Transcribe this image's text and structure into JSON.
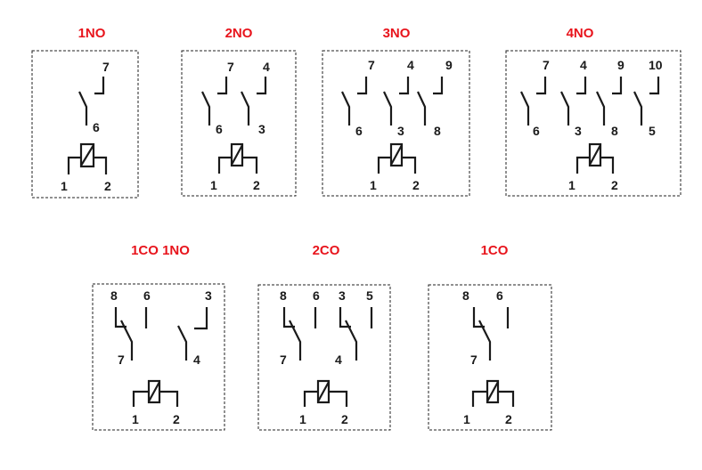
{
  "colors": {
    "title": "#e8141c",
    "line": "#1a1a1a",
    "border": "#222222"
  },
  "diagrams": [
    {
      "title": "1NO",
      "coil": [
        "1",
        "2"
      ],
      "contacts": [
        {
          "type": "NO",
          "common": "6",
          "no": "7"
        }
      ]
    },
    {
      "title": "2NO",
      "coil": [
        "1",
        "2"
      ],
      "contacts": [
        {
          "type": "NO",
          "common": "6",
          "no": "7"
        },
        {
          "type": "NO",
          "common": "3",
          "no": "4"
        }
      ]
    },
    {
      "title": "3NO",
      "coil": [
        "1",
        "2"
      ],
      "contacts": [
        {
          "type": "NO",
          "common": "6",
          "no": "7"
        },
        {
          "type": "NO",
          "common": "3",
          "no": "4"
        },
        {
          "type": "NO",
          "common": "8",
          "no": "9"
        }
      ]
    },
    {
      "title": "4NO",
      "coil": [
        "1",
        "2"
      ],
      "contacts": [
        {
          "type": "NO",
          "common": "6",
          "no": "7"
        },
        {
          "type": "NO",
          "common": "3",
          "no": "4"
        },
        {
          "type": "NO",
          "common": "8",
          "no": "9"
        },
        {
          "type": "NO",
          "common": "5",
          "no": "10"
        }
      ]
    },
    {
      "title": "1CO 1NO",
      "coil": [
        "1",
        "2"
      ],
      "contacts": [
        {
          "type": "CO",
          "common": "7",
          "nc": "8",
          "no": "6"
        },
        {
          "type": "NO",
          "common": "4",
          "no": "3"
        }
      ]
    },
    {
      "title": "2CO",
      "coil": [
        "1",
        "2"
      ],
      "contacts": [
        {
          "type": "CO",
          "common": "7",
          "nc": "8",
          "no": "6"
        },
        {
          "type": "CO",
          "common": "4",
          "nc": "3",
          "no": "5"
        }
      ]
    },
    {
      "title": "1CO",
      "coil": [
        "1",
        "2"
      ],
      "contacts": [
        {
          "type": "CO",
          "common": "7",
          "nc": "8",
          "no": "6"
        }
      ]
    }
  ]
}
